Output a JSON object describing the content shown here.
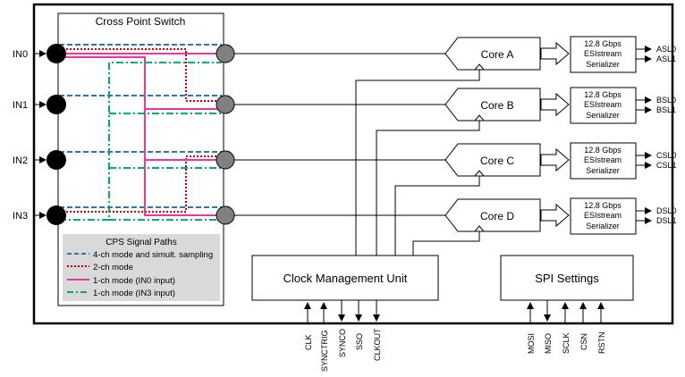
{
  "cps": {
    "title": "Cross Point Switch",
    "legend": {
      "title": "CPS Signal Paths",
      "items": [
        "4-ch mode and simult. sampling",
        "2-ch mode",
        "1-ch mode (IN0 input)",
        "1-ch mode (IN3 input)"
      ]
    }
  },
  "inputs": [
    "IN0",
    "IN1",
    "IN2",
    "IN3"
  ],
  "cores": [
    "Core A",
    "Core B",
    "Core C",
    "Core D"
  ],
  "serializer": {
    "line1": "12.8 Gbps",
    "line2": "ESIstream",
    "line3": "Serializer"
  },
  "outputs": [
    [
      "ASL0",
      "ASL1"
    ],
    [
      "BSL0",
      "BSL1"
    ],
    [
      "CSL0",
      "CSL1"
    ],
    [
      "DSL0",
      "DSL1"
    ]
  ],
  "cmu": {
    "label": "Clock Management Unit"
  },
  "spi": {
    "label": "SPI Settings"
  },
  "clock_pins": [
    "CLK",
    "SYNCTRIG",
    "SYNCO",
    "SSO",
    "CLKOUT"
  ],
  "spi_pins": [
    "MOSI",
    "MISO",
    "SCLK",
    "CSN",
    "RSTN"
  ],
  "colors": {
    "four_ch": "#2e75b6",
    "two_ch": "#c00000",
    "one_ch_in0": "#e8399a",
    "one_ch_in3": "#00a878",
    "legend_bg": "#d9d9d9",
    "node_gray": "#808080"
  }
}
